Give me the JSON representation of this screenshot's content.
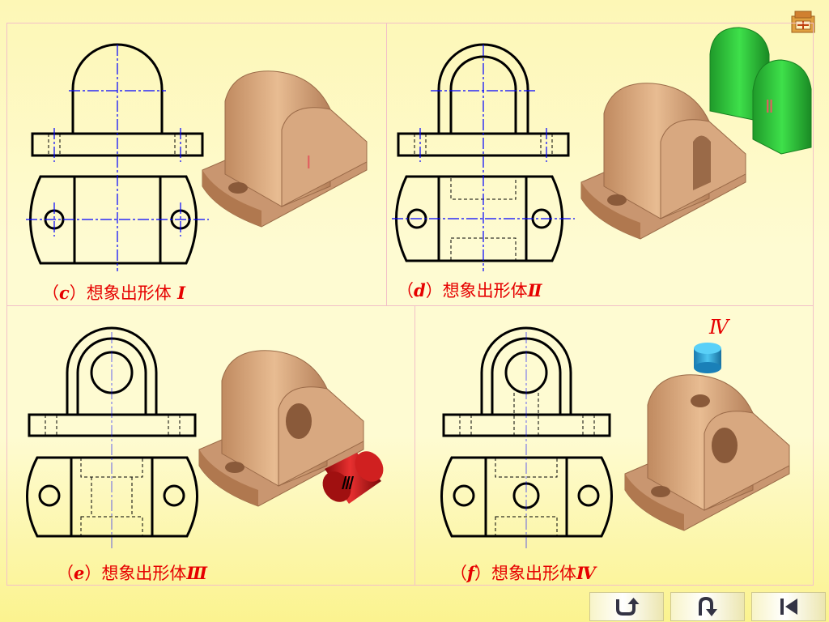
{
  "panels": [
    {
      "caption_prefix": "（",
      "caption_letter": "c",
      "caption_mid": "）想象出形体",
      "caption_roman": "Ⅰ",
      "part_label": "Ⅰ"
    },
    {
      "caption_prefix": "（",
      "caption_letter": "d",
      "caption_mid": "）想象出形体",
      "caption_roman": "Ⅱ",
      "part_label": "Ⅱ"
    },
    {
      "caption_prefix": "（",
      "caption_letter": "e",
      "caption_mid": "）想象出形体",
      "caption_roman": "Ⅲ",
      "part_label": "Ⅲ"
    },
    {
      "caption_prefix": "（",
      "caption_letter": "f",
      "caption_mid": "）想象出形体",
      "caption_roman": "Ⅳ",
      "part_label": "Ⅳ"
    }
  ],
  "nav": {
    "return_icon": "return-arrow-icon",
    "back_icon": "back-arrow-icon",
    "first_icon": "skip-to-first-icon"
  },
  "colors": {
    "caption": "#e60000",
    "line": "#000000",
    "centerline": "#0000ff",
    "body": "#d9a77d",
    "green": "#2fc23a",
    "red": "#c81e1e",
    "blue": "#2aa6d8"
  }
}
